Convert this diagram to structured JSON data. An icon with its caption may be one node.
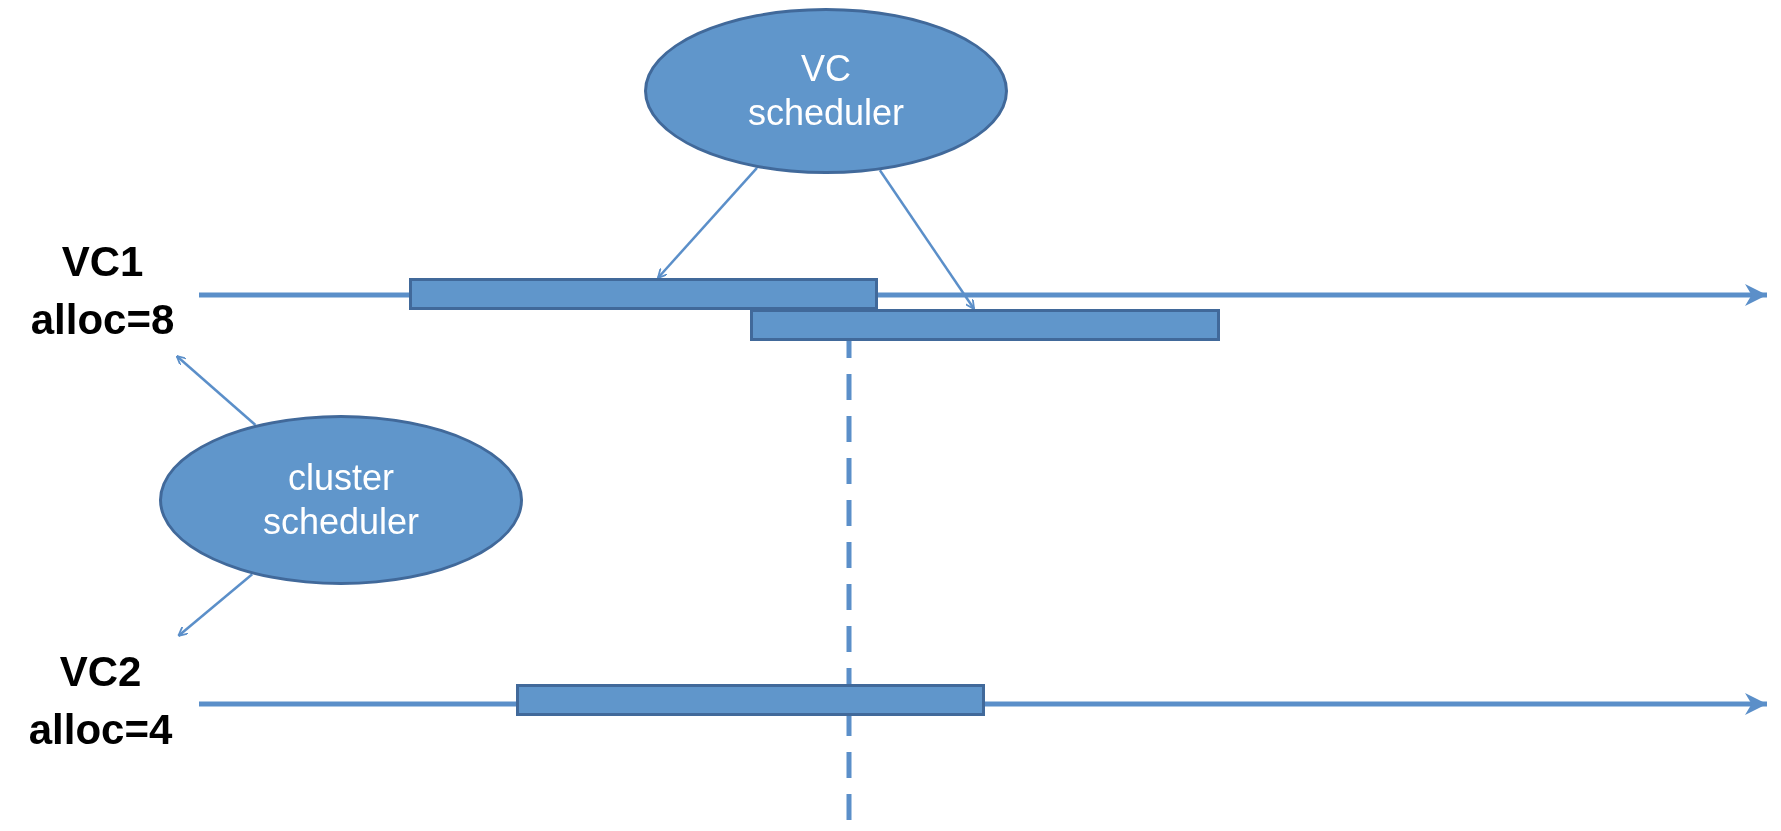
{
  "diagram": {
    "nodes": [
      {
        "text": [
          "VC scheduler"
        ]
      },
      {
        "text": [
          "VC1",
          "alloc=8"
        ]
      },
      {
        "text": [],
        "shape": "bar"
      },
      {
        "text": [],
        "shape": "bar"
      },
      {
        "text": [
          "cluster scheduler"
        ]
      },
      {
        "text": [
          "VC2",
          "alloc=4"
        ]
      },
      {
        "text": [],
        "shape": "bar"
      }
    ],
    "edges": [
      {
        "from": 0,
        "to": 2,
        "arrow": "to"
      },
      {
        "from": 0,
        "to": 3,
        "arrow": "to"
      },
      {
        "from": 4,
        "to": 1,
        "arrow": "to"
      },
      {
        "from": 4,
        "to": 5,
        "arrow": "to"
      }
    ]
  }
}
